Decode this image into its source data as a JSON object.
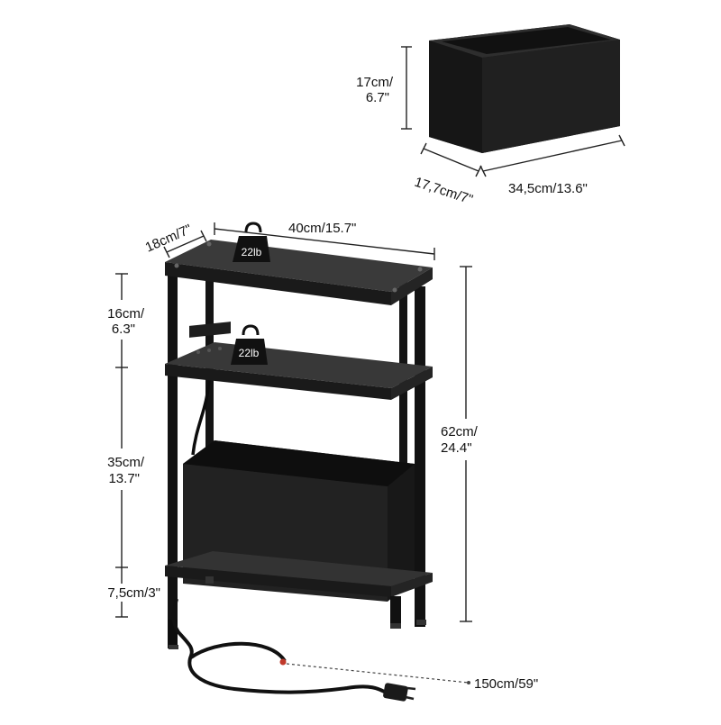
{
  "box": {
    "height_cm": "17cm/",
    "height_in": "6.7\"",
    "depth": "17,7cm/7\"",
    "width": "34,5cm/13.6\""
  },
  "table": {
    "depth": "18cm/7\"",
    "width": "40cm/15.7\"",
    "top_load": "22lb",
    "middle_load": "22lb",
    "top_gap_cm": "16cm/",
    "top_gap_in": "6.3\"",
    "middle_gap_cm": "35cm/",
    "middle_gap_in": "13.7\"",
    "bottom_gap": "7,5cm/3\"",
    "total_height_cm": "62cm/",
    "total_height_in": "24.4\"",
    "cord_length": "150cm/59\""
  },
  "colors": {
    "wood": "#2a2a2a",
    "fabric": "#1c1c1c",
    "frame": "#141414",
    "background": "#ffffff"
  }
}
